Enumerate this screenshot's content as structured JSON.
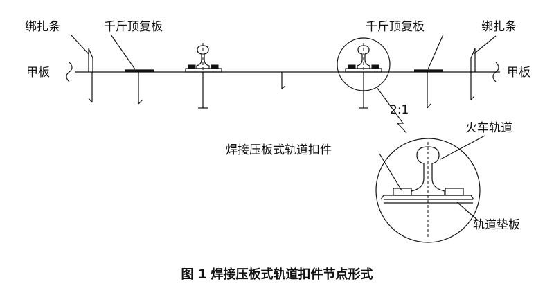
{
  "labels": {
    "tie_strip_left": "绑扎条",
    "tie_strip_right": "绑扎条",
    "jack_plate_left": "千斤顶复板",
    "jack_plate_right": "千斤顶复板",
    "deck_left": "甲板",
    "deck_right": "甲板",
    "scale": "2:1",
    "welded_clamp": "焊接压板式轨道扣件",
    "train_rail": "火车轨道",
    "rail_pad": "轨道垫板"
  },
  "caption": "图 1  焊接压板式轨道扣件节点形式"
}
